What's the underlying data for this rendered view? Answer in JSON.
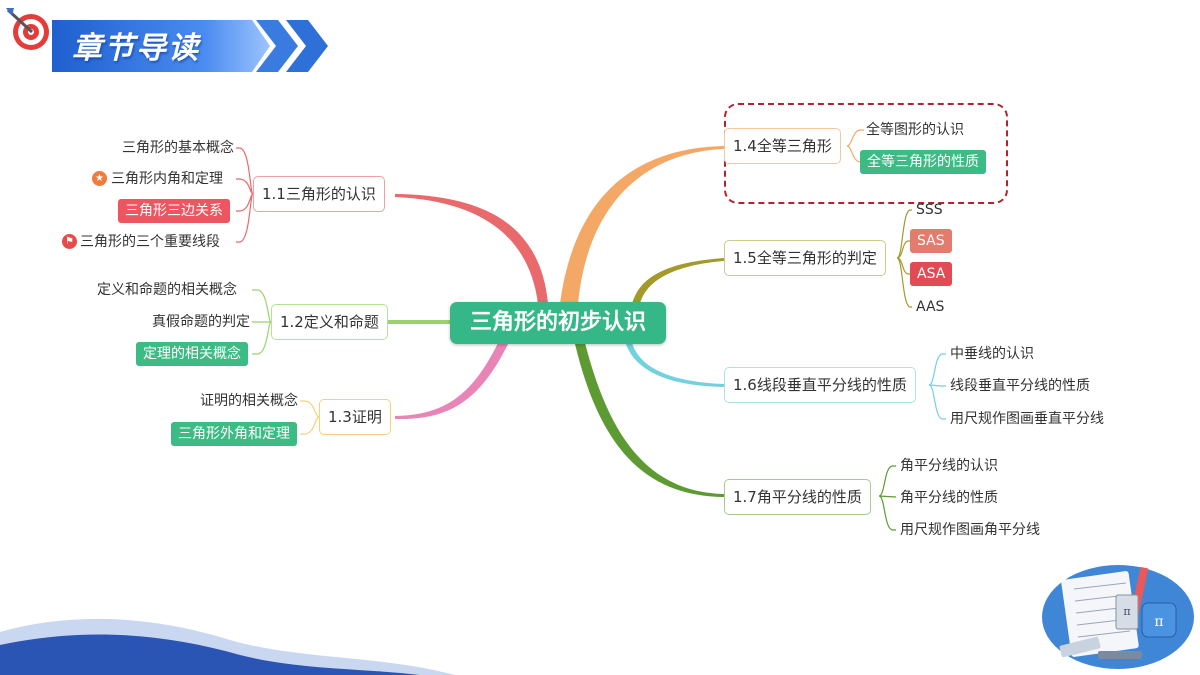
{
  "header": {
    "title": "章节导读"
  },
  "center": {
    "label": "三角形的初步认识"
  },
  "branches": [
    {
      "label": "1.1三角形的认识",
      "color": "#e86a6c",
      "leaves": [
        {
          "label": "三角形的基本概念",
          "style": "plain"
        },
        {
          "label": "三角形内角和定理",
          "style": "plain",
          "icon": "star-icon"
        },
        {
          "label": "三角形三边关系",
          "style": "highlight-red"
        },
        {
          "label": "三角形的三个重要线段",
          "style": "plain",
          "icon": "flag-icon"
        }
      ]
    },
    {
      "label": "1.2定义和命题",
      "color": "#9ad36a",
      "leaves": [
        {
          "label": "定义和命题的相关概念",
          "style": "plain"
        },
        {
          "label": "真假命题的判定",
          "style": "plain"
        },
        {
          "label": "定理的相关概念",
          "style": "highlight-green"
        }
      ]
    },
    {
      "label": "1.3证明",
      "color": "#e984b6",
      "leaves": [
        {
          "label": "证明的相关概念",
          "style": "plain"
        },
        {
          "label": "三角形外角和定理",
          "style": "highlight-green"
        }
      ]
    },
    {
      "label": "1.4全等三角形",
      "color": "#f3a866",
      "leaves": [
        {
          "label": "全等图形的认识",
          "style": "plain"
        },
        {
          "label": "全等三角形的性质",
          "style": "highlight-green"
        }
      ]
    },
    {
      "label": "1.5全等三角形的判定",
      "color": "#a49a2a",
      "leaves": [
        {
          "label": "SSS",
          "style": "plain"
        },
        {
          "label": "SAS",
          "style": "highlight-salmon"
        },
        {
          "label": "ASA",
          "style": "highlight-crimson"
        },
        {
          "label": "AAS",
          "style": "plain"
        }
      ]
    },
    {
      "label": "1.6线段垂直平分线的性质",
      "color": "#6fd2dc",
      "leaves": [
        {
          "label": "中垂线的认识",
          "style": "plain"
        },
        {
          "label": "线段垂直平分线的性质",
          "style": "plain"
        },
        {
          "label": "用尺规作图画垂直平分线",
          "style": "plain"
        }
      ]
    },
    {
      "label": "1.7角平分线的性质",
      "color": "#5e9a32",
      "leaves": [
        {
          "label": "角平分线的认识",
          "style": "plain"
        },
        {
          "label": "角平分线的性质",
          "style": "plain"
        },
        {
          "label": "用尺规作图画角平分线",
          "style": "plain"
        }
      ]
    }
  ],
  "colors": {
    "center": "#35b788",
    "header_blue": "#2e6fd8",
    "dashed_frame": "#b3232e",
    "wave": "#2a55b5"
  }
}
